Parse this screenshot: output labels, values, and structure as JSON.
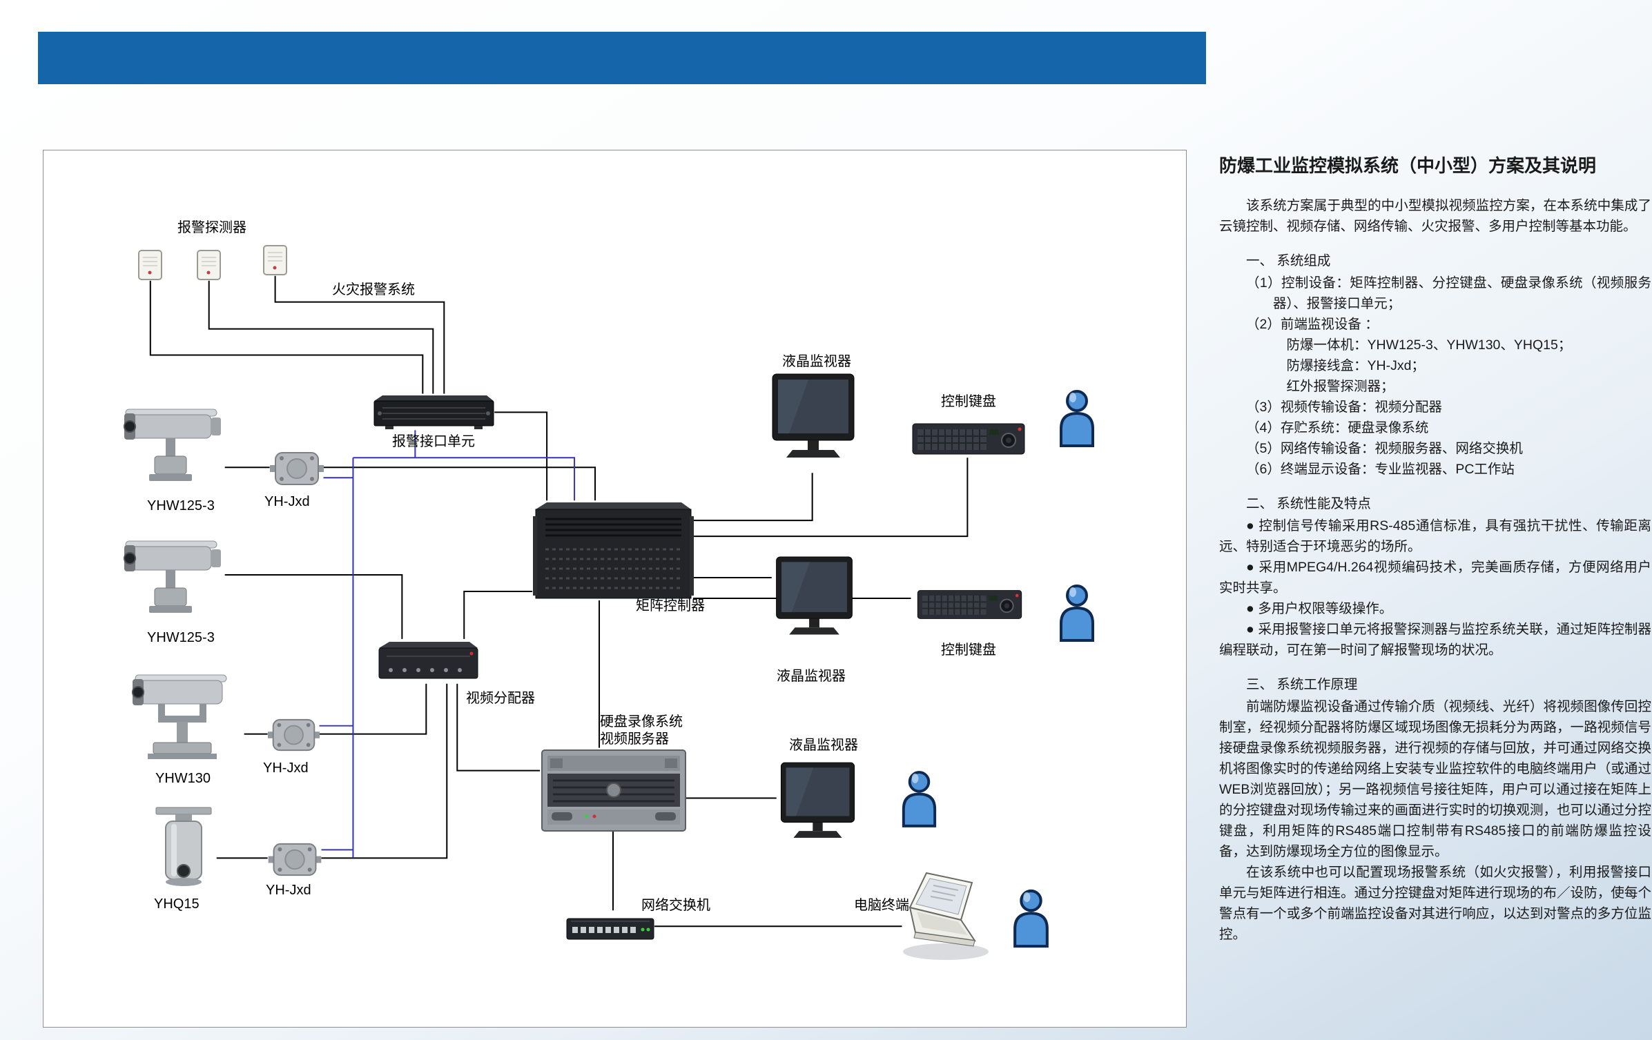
{
  "colors": {
    "header_bar": "#1565ab",
    "wire_black": "#000000",
    "wire_blue": "#3333bb",
    "person_blue": "#4f93d8"
  },
  "diagram": {
    "labels": {
      "alarm_detector": "报警探测器",
      "fire_alarm_system": "火灾报警系统",
      "alarm_interface_unit": "报警接口单元",
      "camera_yhw125_a": "YHW125-3",
      "camera_yhw125_b": "YHW125-3",
      "junction_a": "YH-Jxd",
      "junction_b": "YH-Jxd",
      "junction_c": "YH-Jxd",
      "matrix_controller": "矩阵控制器",
      "video_distributor": "视频分配器",
      "camera_yhw130": "YHW130",
      "camera_yhq15": "YHQ15",
      "dvr_line1": "硬盘录像系统",
      "dvr_line2": "视频服务器",
      "lcd_monitor_a": "液晶监视器",
      "lcd_monitor_b": "液晶监视器",
      "lcd_monitor_c": "液晶监视器",
      "control_keyboard_a": "控制键盘",
      "control_keyboard_b": "控制键盘",
      "network_switch": "网络交换机",
      "pc_terminal": "电脑终端"
    }
  },
  "article": {
    "title": "防爆工业监控模拟系统（中小型）方案及其说明",
    "intro": "该系统方案属于典型的中小型模拟视频监控方案，在本系统中集成了云镜控制、视频存储、网络传输、火灾报警、多用户控制等基本功能。",
    "composition": {
      "heading": "一、 系统组成",
      "items": [
        "（1）控制设备：矩阵控制器、分控键盘、硬盘录像系统（视频服务器）、报警接口单元；",
        "（2）前端监视设备 ：",
        "防爆一体机：YHW125-3、YHW130、YHQ15；",
        "防爆接线盒：YH-Jxd；",
        "红外报警探测器；",
        "（3）视频传输设备：视频分配器",
        "（4）存贮系统：硬盘录像系统",
        "（5）网络传输设备：视频服务器、网络交换机",
        "（6）终端显示设备：专业监视器、PC工作站"
      ]
    },
    "features": {
      "heading": "二、 系统性能及特点",
      "bullets": [
        "●  控制信号传输采用RS-485通信标准，具有强抗干扰性、传输距离远、特别适合于环境恶劣的场所。",
        "●  采用MPEG4/H.264视频编码技术，完美画质存储，方便网络用户实时共享。",
        "●  多用户权限等级操作。",
        "●  采用报警接口单元将报警探测器与监控系统关联，通过矩阵控制器编程联动，可在第一时间了解报警现场的状况。"
      ]
    },
    "principle": {
      "heading": "三、 系统工作原理",
      "paragraphs": [
        "前端防爆监视设备通过传输介质（视频线、光纤）将视频图像传回控制室，经视频分配器将防爆区域现场图像无损耗分为两路，一路视频信号接硬盘录像系统视频服务器，进行视频的存储与回放，并可通过网络交换机将图像实时的传递给网络上安装专业监控软件的电脑终端用户（或通过WEB浏览器回放）；另一路视频信号接往矩阵，用户可以通过接在矩阵上的分控键盘对现场传输过来的画面进行实时的切换观测，也可以通过分控键盘，利用矩阵的RS485端口控制带有RS485接口的前端防爆监控设备，达到防爆现场全方位的图像显示。",
        "在该系统中也可以配置现场报警系统（如火灾报警），利用报警接口单元与矩阵进行相连。通过分控键盘对矩阵进行现场的布／设防，使每个警点有一个或多个前端监控设备对其进行响应，以达到对警点的多方位监控。"
      ]
    }
  }
}
